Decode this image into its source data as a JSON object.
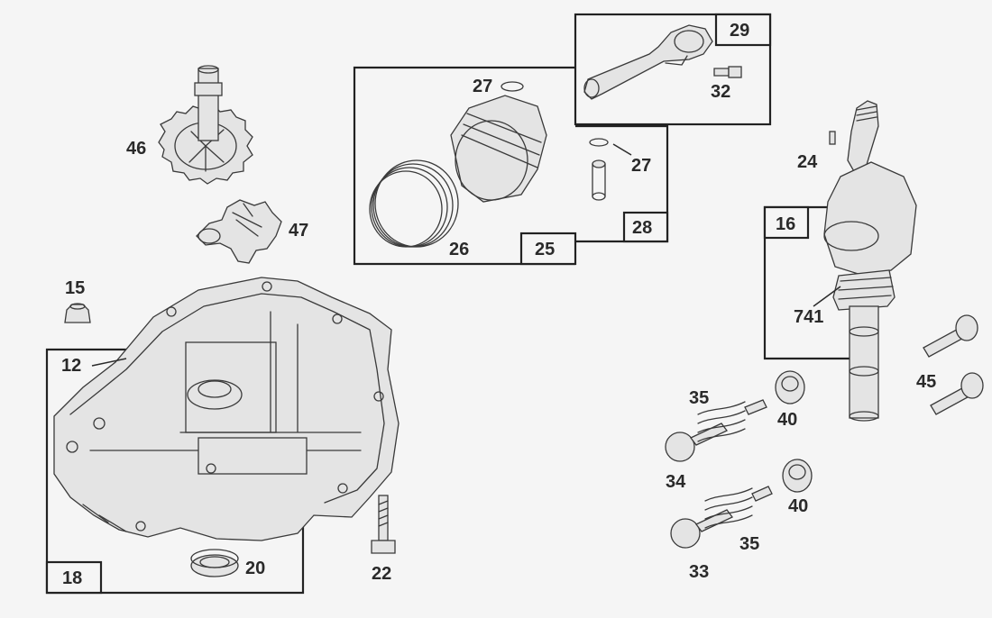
{
  "diagram": {
    "kit_boxes": [
      {
        "id": "kit-25",
        "label": "25"
      },
      {
        "id": "kit-29",
        "label": "29"
      },
      {
        "id": "kit-28",
        "label": "28"
      },
      {
        "id": "kit-16",
        "label": "16"
      },
      {
        "id": "kit-18",
        "label": "18"
      }
    ],
    "callouts": [
      {
        "id": "p46",
        "label": "46"
      },
      {
        "id": "p47",
        "label": "47"
      },
      {
        "id": "p15",
        "label": "15"
      },
      {
        "id": "p12",
        "label": "12"
      },
      {
        "id": "p20",
        "label": "20"
      },
      {
        "id": "p22",
        "label": "22"
      },
      {
        "id": "p27a",
        "label": "27"
      },
      {
        "id": "p26",
        "label": "26"
      },
      {
        "id": "p32",
        "label": "32"
      },
      {
        "id": "p27b",
        "label": "27"
      },
      {
        "id": "p24",
        "label": "24"
      },
      {
        "id": "p741",
        "label": "741"
      },
      {
        "id": "p45",
        "label": "45"
      },
      {
        "id": "p35a",
        "label": "35"
      },
      {
        "id": "p40a",
        "label": "40"
      },
      {
        "id": "p34",
        "label": "34"
      },
      {
        "id": "p40b",
        "label": "40"
      },
      {
        "id": "p35b",
        "label": "35"
      },
      {
        "id": "p33",
        "label": "33"
      }
    ]
  }
}
